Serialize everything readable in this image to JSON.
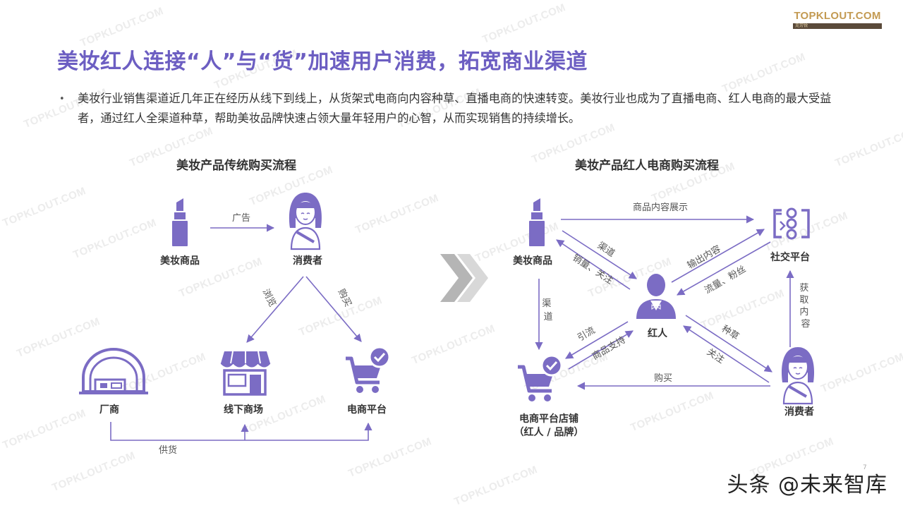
{
  "logo": {
    "brand": "TOPKLOUT.COM",
    "tagline": "克劳锐"
  },
  "watermark_text": "TOPKLOUT.COM",
  "title": "美妆红人连接“人”与“货”加速用户消费，拓宽商业渠道",
  "bullet": "美妆行业销售渠道近几年正在经历从线下到线上，从货架式电商向内容种草、直播电商的快速转变。美妆行业也成为了直播电商、红人电商的最大受益者，通过红人全渠道种草，帮助美妆品牌快速占领大量年轻用户的心智，从而实现销售的持续增长。",
  "left_diagram": {
    "title": "美妆产品传统购买流程",
    "nodes": {
      "product": "美妆商品",
      "consumer": "消费者",
      "maker": "厂商",
      "offline": "线下商场",
      "ecom": "电商平台"
    },
    "edges": {
      "ad": "广告",
      "visit": "浏览",
      "buy": "购买",
      "supply": "供货"
    }
  },
  "right_diagram": {
    "title": "美妆产品红人电商购买流程",
    "nodes": {
      "product": "美妆商品",
      "social": "社交平台",
      "kol": "红人",
      "store_line1": "电商平台店铺",
      "store_line2": "（红人 / 品牌）",
      "consumer": "消费者"
    },
    "edges": {
      "showcase": "商品内容展示",
      "channel_diag": "渠道",
      "sales_follow": "销量、关注",
      "output_content": "输出内容",
      "traffic_fans": "流量、粉丝",
      "channel_down": "渠道",
      "get_content": "获取内容",
      "traffic": "引流",
      "product_support": "商品支持",
      "seed": "种草",
      "follow": "关注",
      "buy": "购买"
    }
  },
  "colors": {
    "accent": "#6c5ec2",
    "icon": "#7b6cc4",
    "arrow": "#7b6cc4",
    "text": "#333333"
  },
  "page_number": "7",
  "footer": "头条 @未来智库"
}
